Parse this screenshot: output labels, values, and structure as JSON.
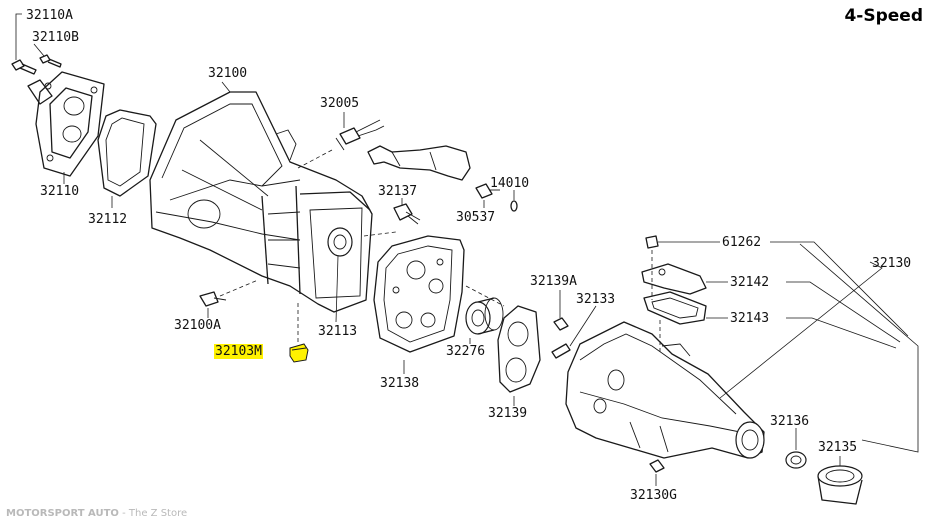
{
  "header": {
    "title": "4-Speed"
  },
  "footer": {
    "brand": "MOTORSPORT AUTO",
    "separator": " - ",
    "store": "The Z Store"
  },
  "highlight_color": "#fff200",
  "parts": [
    {
      "id": "32110A",
      "label": "32110A",
      "highlighted": false
    },
    {
      "id": "32110B",
      "label": "32110B",
      "highlighted": false
    },
    {
      "id": "32110",
      "label": "32110",
      "highlighted": false
    },
    {
      "id": "32112",
      "label": "32112",
      "highlighted": false
    },
    {
      "id": "32100",
      "label": "32100",
      "highlighted": false
    },
    {
      "id": "32005",
      "label": "32005",
      "highlighted": false
    },
    {
      "id": "32137",
      "label": "32137",
      "highlighted": false
    },
    {
      "id": "14010",
      "label": "14010",
      "highlighted": false
    },
    {
      "id": "30537",
      "label": "30537",
      "highlighted": false
    },
    {
      "id": "32100A",
      "label": "32100A",
      "highlighted": false
    },
    {
      "id": "32103M",
      "label": "32103M",
      "highlighted": true
    },
    {
      "id": "32113",
      "label": "32113",
      "highlighted": false
    },
    {
      "id": "32138",
      "label": "32138",
      "highlighted": false
    },
    {
      "id": "32139A",
      "label": "32139A",
      "highlighted": false
    },
    {
      "id": "32133",
      "label": "32133",
      "highlighted": false
    },
    {
      "id": "32276",
      "label": "32276",
      "highlighted": false
    },
    {
      "id": "32139",
      "label": "32139",
      "highlighted": false
    },
    {
      "id": "61262",
      "label": "61262",
      "highlighted": false
    },
    {
      "id": "32142",
      "label": "32142",
      "highlighted": false
    },
    {
      "id": "32143",
      "label": "32143",
      "highlighted": false
    },
    {
      "id": "32130",
      "label": "32130",
      "highlighted": false
    },
    {
      "id": "32136",
      "label": "32136",
      "highlighted": false
    },
    {
      "id": "32135",
      "label": "32135",
      "highlighted": false
    },
    {
      "id": "32130G",
      "label": "32130G",
      "highlighted": false
    }
  ]
}
